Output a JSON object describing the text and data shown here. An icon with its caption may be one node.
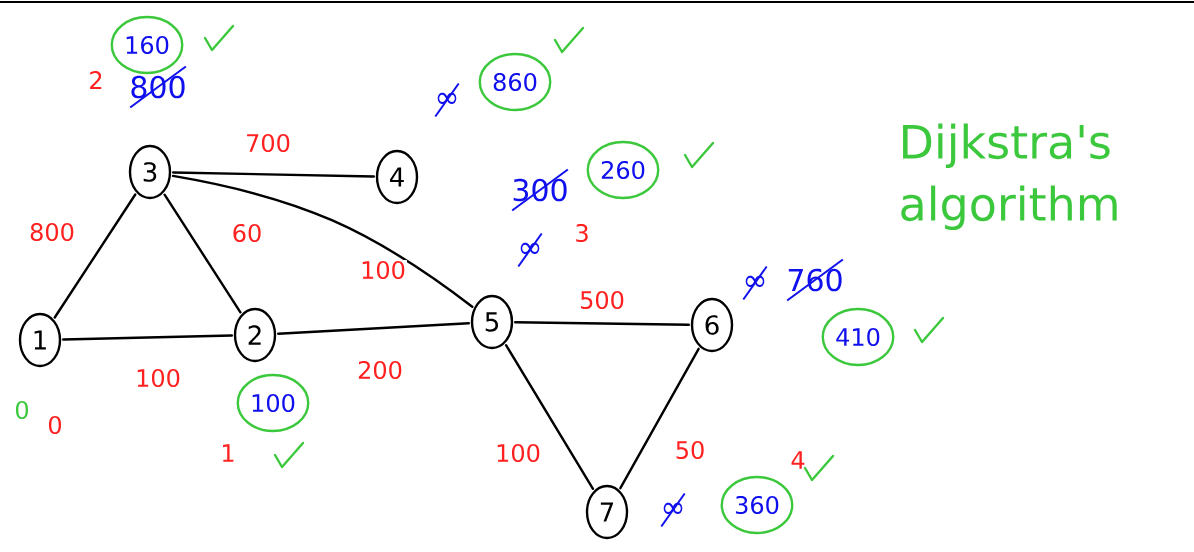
{
  "diagram": {
    "title": "Dijkstra's algorithm",
    "nodes": [
      {
        "text": [
          "1"
        ]
      },
      {
        "text": [
          "2"
        ]
      },
      {
        "text": [
          "3"
        ]
      },
      {
        "text": [
          "4"
        ]
      },
      {
        "text": [
          "5"
        ]
      },
      {
        "text": [
          "6"
        ]
      },
      {
        "text": [
          "7"
        ]
      },
      {
        "text": [
          "160"
        ]
      },
      {
        "text": [
          "860"
        ]
      },
      {
        "text": [
          "260"
        ]
      },
      {
        "text": [
          "410"
        ]
      },
      {
        "text": [
          "100"
        ]
      },
      {
        "text": [
          "360"
        ]
      }
    ],
    "edges": [
      {
        "from": 2,
        "to": 3,
        "arrow": "none",
        "label": "700"
      },
      {
        "from": 0,
        "to": 2,
        "arrow": "none",
        "label": "800"
      },
      {
        "from": 2,
        "to": 1,
        "arrow": "none",
        "label": "60"
      },
      {
        "from": 2,
        "to": 4,
        "arrow": "none",
        "label": "100"
      },
      {
        "from": 0,
        "to": 1,
        "arrow": "none",
        "label": "100"
      },
      {
        "from": 1,
        "to": 4,
        "arrow": "none",
        "label": "200"
      },
      {
        "from": 4,
        "to": 5,
        "arrow": "none",
        "label": "500"
      },
      {
        "from": 4,
        "to": 6,
        "arrow": "none",
        "label": "100"
      },
      {
        "from": 5,
        "to": 6,
        "arrow": "none",
        "label": "50"
      }
    ],
    "labels": [
      "2",
      "800",
      "∞",
      "300",
      "3",
      "∞",
      "∞",
      "760",
      "0",
      "0",
      "1",
      "4",
      "∞"
    ]
  }
}
